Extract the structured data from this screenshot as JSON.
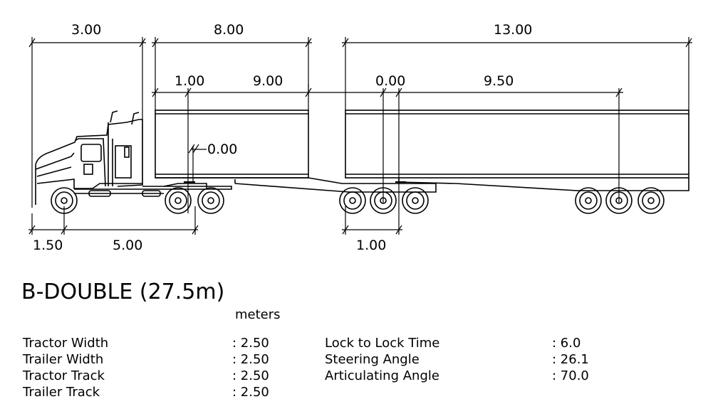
{
  "title": "B-DOUBLE (27.5m)",
  "units": "meters",
  "dimensions": {
    "tractor_front_overhang": "3.00",
    "trailer1_length": "8.00",
    "trailer2_length": "13.00",
    "fifth_wheel_offset_1": "1.00",
    "trailer1_wheelbase": "9.00",
    "fifth_wheel_offset_2": "0.00",
    "trailer2_wheelbase": "9.50",
    "fifth_wheel_height": "0.00",
    "front_overhang": "1.50",
    "tractor_wheelbase": "5.00",
    "trailer1_rear_offset": "1.00"
  },
  "specs": [
    {
      "label": "Tractor Width",
      "value": ": 2.50"
    },
    {
      "label": "Trailer Width",
      "value": ": 2.50"
    },
    {
      "label": "Tractor Track",
      "value": ": 2.50"
    },
    {
      "label": "Trailer Track",
      "value": ": 2.50"
    }
  ],
  "specs_right": [
    {
      "label": "Lock to Lock Time",
      "value": ": 6.0"
    },
    {
      "label": "Steering Angle",
      "value": ": 26.1"
    },
    {
      "label": "Articulating Angle",
      "value": ": 70.0"
    }
  ]
}
